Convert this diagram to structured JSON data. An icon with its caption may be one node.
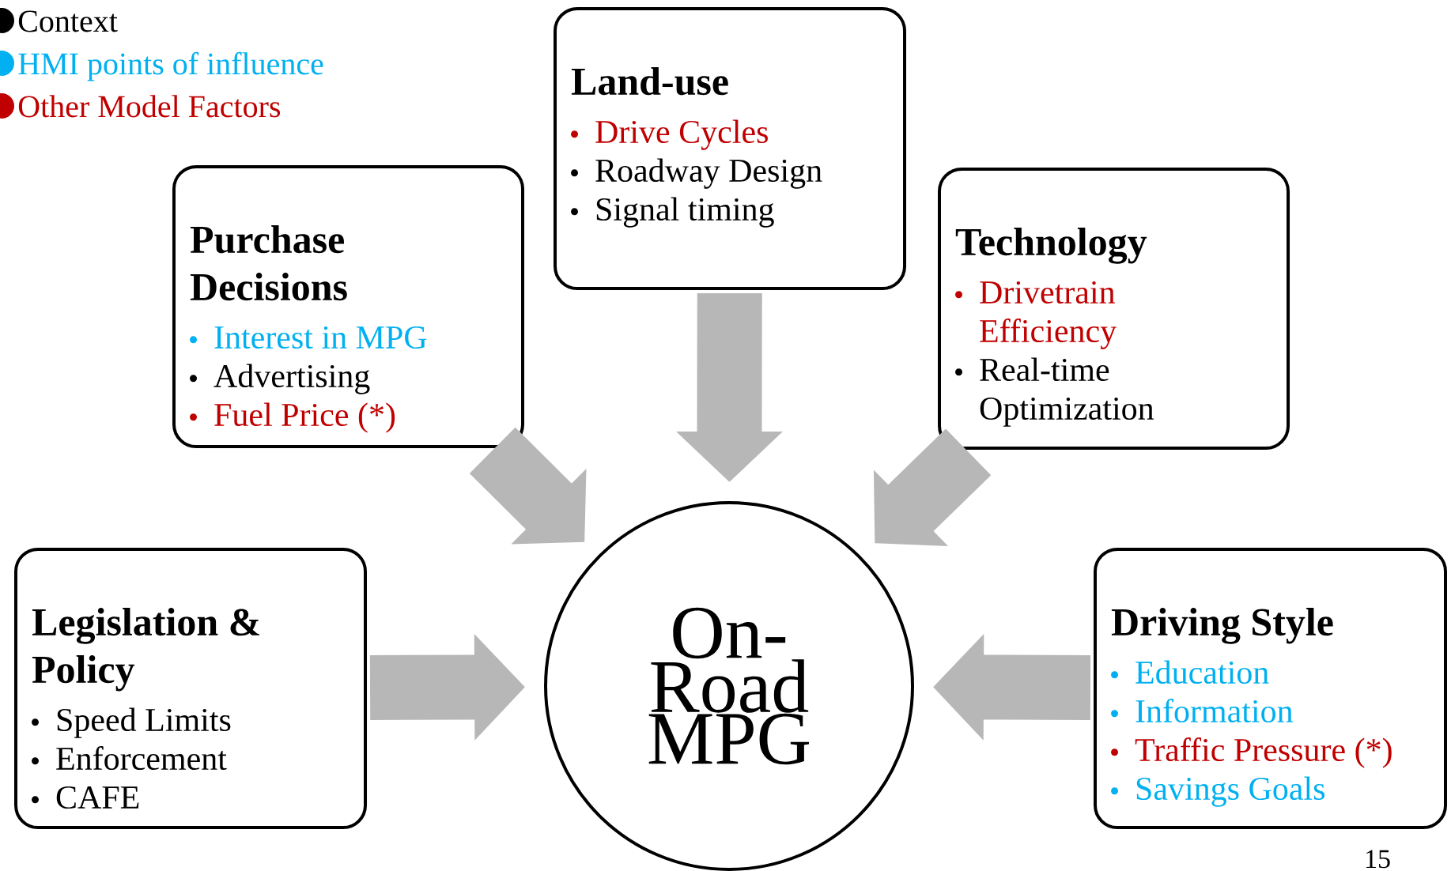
{
  "diagram": {
    "nodes": [
      {
        "text": [
          "Land-use",
          "Drive Cycles",
          "Roadway Design",
          "Signal timing"
        ]
      },
      {
        "text": [
          "Purchase Decisions",
          "Interest in MPG",
          "Advertising",
          "Fuel Price (*)"
        ]
      },
      {
        "text": [
          "Technology",
          "Drivetrain Efficiency",
          "Real-time Optimization"
        ]
      },
      {
        "text": [
          "Legislation & Policy",
          "Speed Limits",
          "Enforcement",
          "CAFE"
        ]
      },
      {
        "text": [
          "On-Road MPG"
        ]
      },
      {
        "text": [
          "Driving Style",
          "Education",
          "Information",
          "Traffic Pressure (*)",
          "Savings Goals"
        ]
      }
    ],
    "edges": [
      {
        "from": 1,
        "to": 4,
        "arrow": "to"
      },
      {
        "from": 0,
        "to": 4,
        "arrow": "to"
      },
      {
        "from": 2,
        "to": 4,
        "arrow": "to"
      },
      {
        "from": 3,
        "to": 4,
        "arrow": "to"
      },
      {
        "from": 5,
        "to": 4,
        "arrow": "to"
      }
    ],
    "labels": [
      "15"
    ],
    "legend": [
      {
        "text": "Context",
        "color": "#000000"
      },
      {
        "text": "HMI points of influence",
        "color": "#00b0f0"
      },
      {
        "text": "Other Model Factors",
        "color": "#c00000"
      }
    ]
  }
}
